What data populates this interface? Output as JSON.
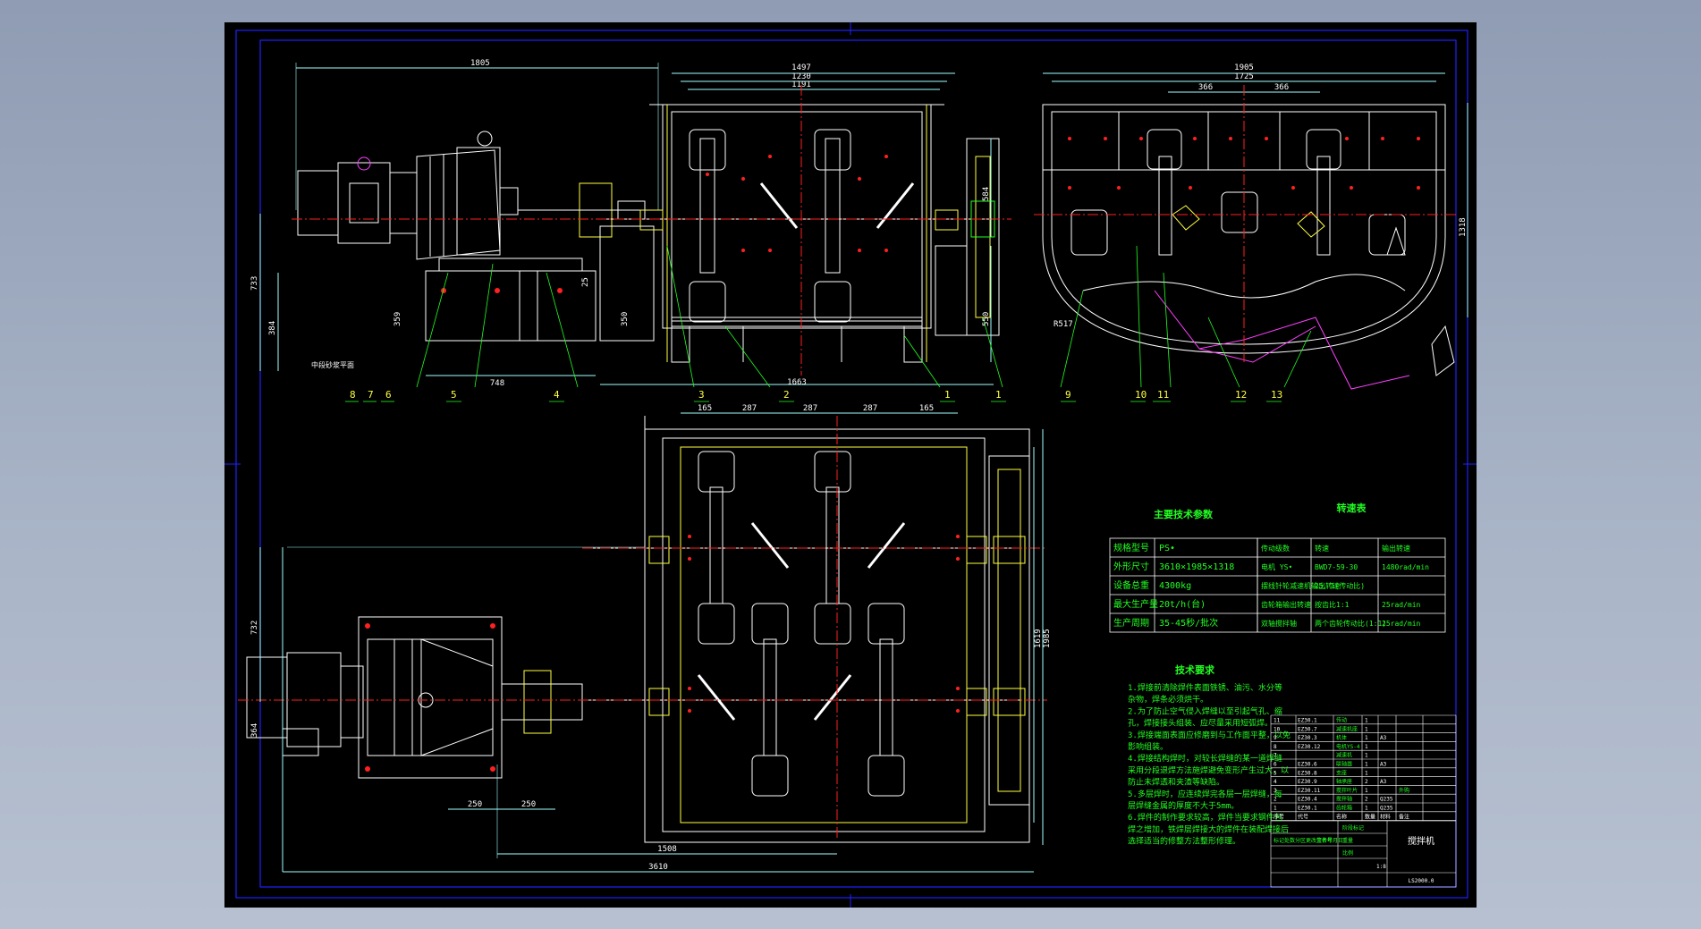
{
  "colors": {
    "background": "#9aa6bb",
    "sheet": "#000000",
    "frame": "#2020ff",
    "outline": "#ffffff",
    "center": "#ff2020",
    "hidden": "#ffff40",
    "leader": "#20ff20",
    "part": "#ff40ff",
    "dim": "#a0ffff"
  },
  "front_view": {
    "dims": [
      "1805",
      "1497",
      "1230",
      "1191",
      "733",
      "384",
      "359",
      "584",
      "25",
      "350",
      "550",
      "748",
      "1663"
    ],
    "level_note": "中段砂浆平面"
  },
  "side_view": {
    "dims": [
      "1905",
      "1725",
      "366",
      "366",
      "1318",
      "R517"
    ]
  },
  "plan_view": {
    "dims": [
      "165",
      "287",
      "287",
      "287",
      "165",
      "732",
      "1619",
      "1985",
      "364",
      "250",
      "250",
      "1508",
      "3610"
    ]
  },
  "balloons": [
    "8",
    "7",
    "6",
    "5",
    "4",
    "3",
    "2",
    "1",
    "1",
    "9",
    "10",
    "11",
    "12",
    "13"
  ],
  "params": {
    "title": "主要技术参数",
    "rows": [
      [
        "规格型号",
        "PS•"
      ],
      [
        "外形尺寸",
        "3610×1985×1318"
      ],
      [
        "设备总重",
        "4300kg"
      ],
      [
        "最大生产量",
        "20t/h(台)"
      ],
      [
        "生产周期",
        "35-45秒/批次"
      ]
    ]
  },
  "speed": {
    "title": "转速表",
    "rows": [
      [
        "传动级数",
        "转速",
        "输出转速"
      ],
      [
        "电机 YS•",
        "BWD7-59-30",
        "1480rad/min"
      ],
      [
        "摆线针轮减速机输出转速",
        "25、1(传动比)",
        ""
      ],
      [
        "齿轮箱输出转速",
        "按齿比1:1",
        "25rad/min"
      ],
      [
        "双轴搅拌轴",
        "两个齿轮传动比(1:1)",
        "25rad/min"
      ]
    ]
  },
  "tech_req": {
    "title": "技术要求",
    "lines": [
      "1.焊接前清除焊件表面铁锈、油污、水分等",
      "杂物，焊条必须烘干。",
      "2.为了防止空气侵入焊缝以至引起气孔、缩",
      "孔，焊接接头组装、应尽量采用短弧焊。",
      "3.焊接端面表面应修磨到与工作面平整，以免",
      "影响组装。",
      "4.焊接结构焊时，对较长焊缝的某一道焊缝",
      "采用分段退焊方法施焊避免变形产生过大，以",
      "防止未焊透和夹渣等缺陷。",
      "5.多层焊时，应连续焊完各层一层焊缝，每",
      "层焊缝金属的厚度不大于5mm。",
      "6.焊件的制作要求较高，焊件当要求钢件包",
      "焊之增加，铁焊层焊接大的焊件在装配焊接后",
      "选择适当的修整方法整形修理。"
    ]
  },
  "bom": {
    "rows": [
      [
        "11",
        "EZ30.1",
        "传动",
        "1",
        "",
        ""
      ],
      [
        "10",
        "EZ30.7",
        "减速机座",
        "1",
        "",
        ""
      ],
      [
        "9",
        "EZ30.3",
        "机体",
        "1",
        "A3",
        ""
      ],
      [
        "8",
        "EZ30.12",
        "电机YS-4",
        "1",
        "",
        ""
      ],
      [
        "7",
        "",
        "减速机",
        "1",
        "",
        ""
      ],
      [
        "6",
        "EZ30.6",
        "联轴器",
        "1",
        "A3",
        ""
      ],
      [
        "5",
        "EZ30.8",
        "支座",
        "1",
        "",
        ""
      ],
      [
        "4",
        "EZ30.9",
        "轴承座",
        "2",
        "A3",
        ""
      ],
      [
        "3",
        "EZ30.11",
        "搅拌叶片",
        "1",
        "",
        "外购"
      ],
      [
        "2",
        "EZ30.4",
        "搅拌轴",
        "2",
        "Q235",
        ""
      ],
      [
        "1",
        "EZ30.1",
        "齿轮箱",
        "1",
        "Q235",
        ""
      ]
    ],
    "header": [
      "序号",
      "代号",
      "名称",
      "数量",
      "材料",
      "备注"
    ]
  },
  "title_block": {
    "title": "搅拌机",
    "drawing_no": "LS2000.0",
    "scale": "1:8",
    "labels": [
      "标记",
      "处数",
      "分区",
      "更改文件号",
      "签名",
      "年月日"
    ],
    "stage": [
      "阶段标记",
      "重量",
      "比例"
    ]
  }
}
